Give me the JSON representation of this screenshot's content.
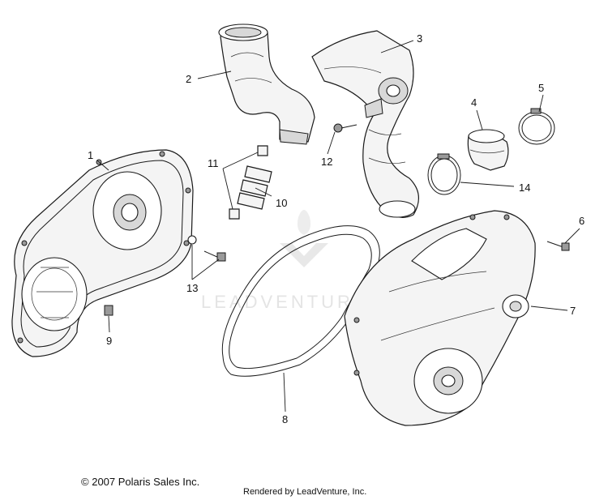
{
  "callouts": [
    "1",
    "2",
    "3",
    "4",
    "5",
    "6",
    "7",
    "8",
    "9",
    "10",
    "11",
    "12",
    "13",
    "14"
  ],
  "watermark": {
    "text": "LEADVENTURE"
  },
  "footer": {
    "copyright_symbol": "©",
    "copyright": "2007 Polaris Sales Inc.",
    "rendered_by": "Rendered by LeadVenture, Inc."
  }
}
